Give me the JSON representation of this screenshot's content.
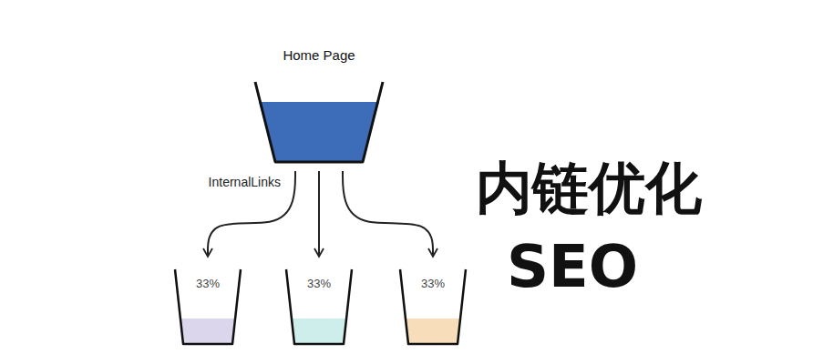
{
  "diagram": {
    "nodes": [
      {
        "text": [
          "Home Page"
        ]
      },
      {
        "text": [
          "33%"
        ]
      },
      {
        "text": [
          "33%"
        ]
      },
      {
        "text": [
          "33%"
        ]
      }
    ],
    "edges": [
      {
        "from": 0,
        "to": 1,
        "arrow": "to",
        "label": "InternalLinks"
      },
      {
        "from": 0,
        "to": 2,
        "arrow": "to"
      },
      {
        "from": 0,
        "to": 3,
        "arrow": "to"
      }
    ],
    "labels": [
      "内链优化",
      "SEO"
    ]
  }
}
